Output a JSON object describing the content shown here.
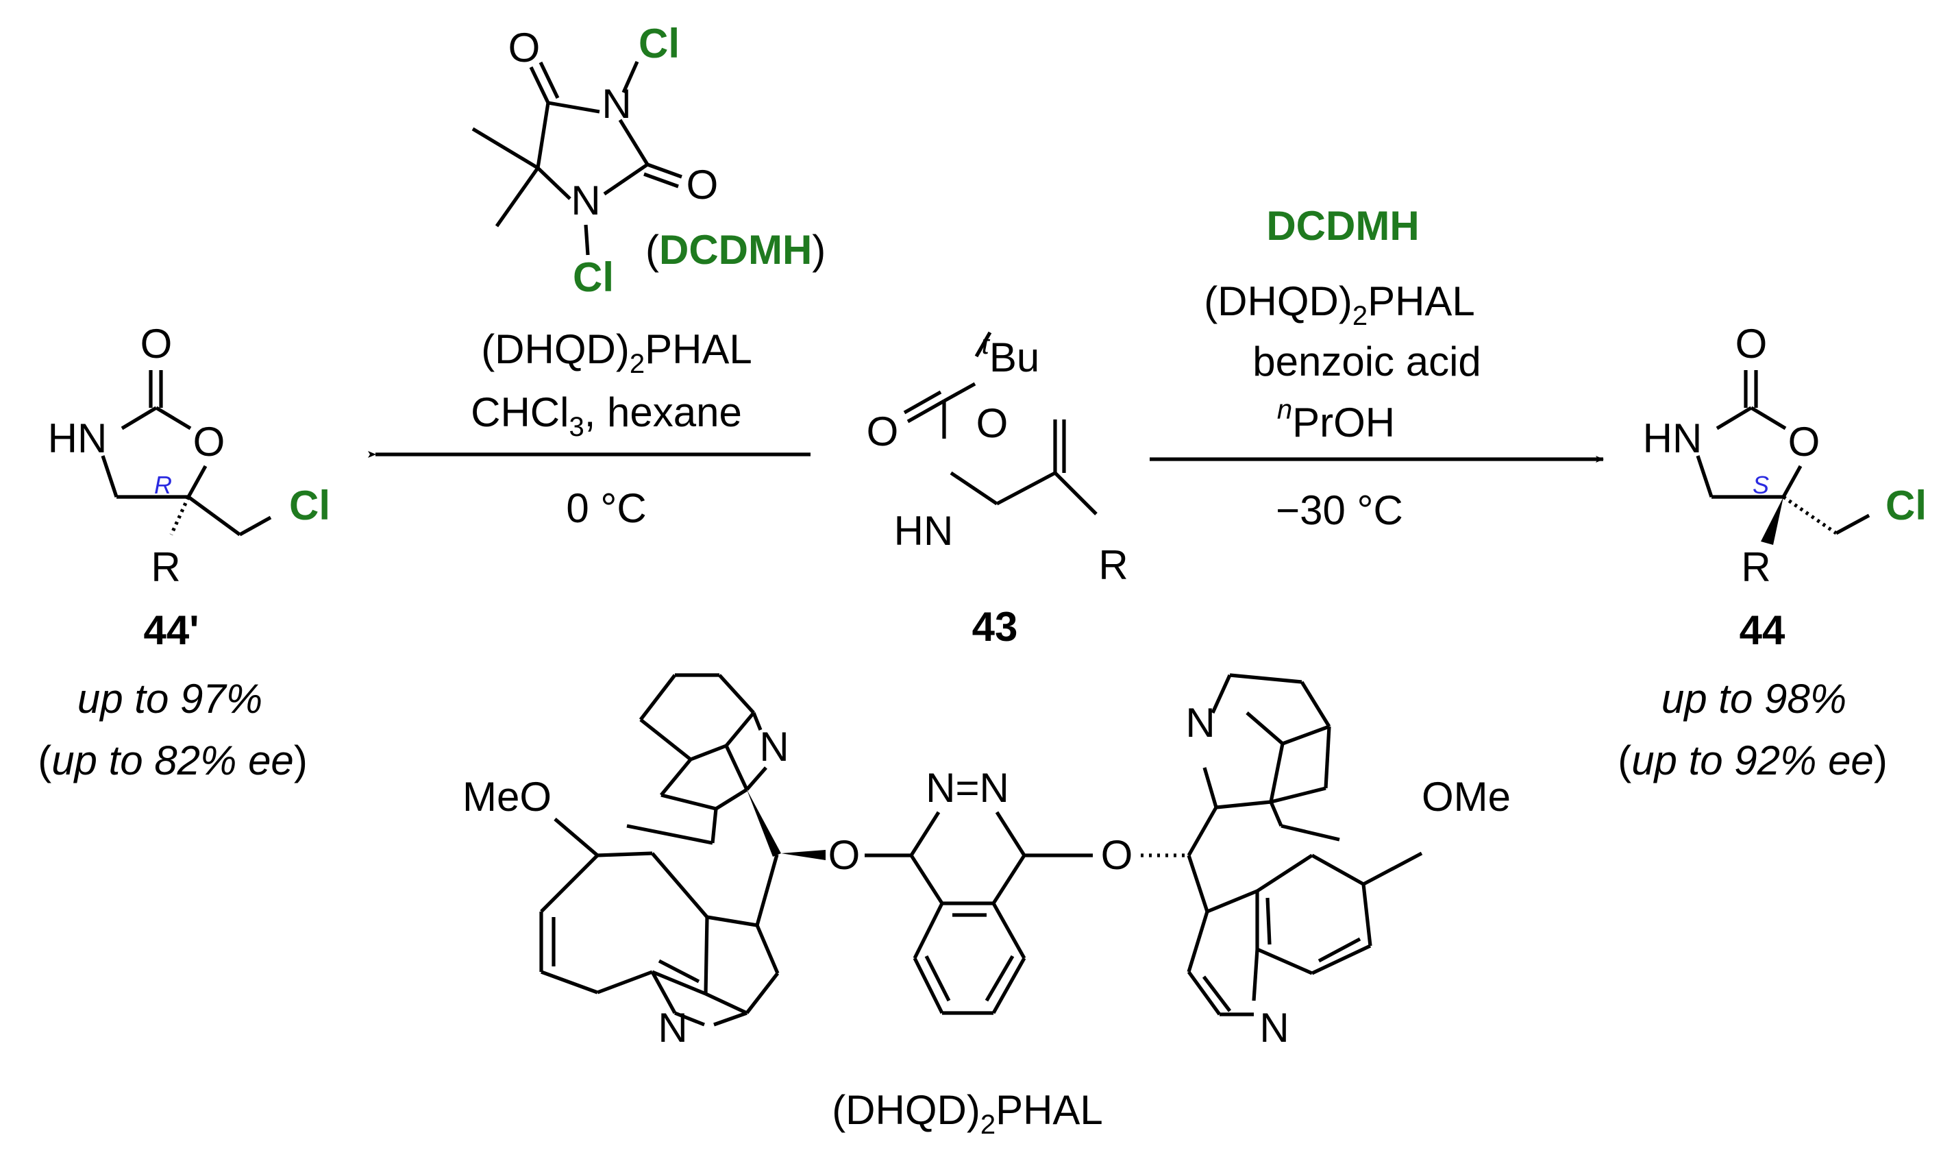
{
  "reagent": {
    "atoms": {
      "O": "O",
      "N": "N",
      "Cl": "Cl"
    },
    "name": "DCDMH",
    "paren_open": "(",
    "paren_close": ")"
  },
  "left_conditions": {
    "catalyst_pre": "(DHQD)",
    "catalyst_sub": "2",
    "catalyst_post": "PHAL",
    "solvent_pre": "CHCl",
    "solvent_sub": "3",
    "solvent_post": ", hexane",
    "temperature": "0 °C"
  },
  "right_conditions": {
    "reagent": "DCDMH",
    "catalyst_pre": "(DHQD)",
    "catalyst_sub": "2",
    "catalyst_post": "PHAL",
    "additive": "benzoic acid",
    "solvent_sup": "n",
    "solvent": "PrOH",
    "temperature": "−30 °C"
  },
  "substrate": {
    "tbu_sup": "t",
    "tbu": "Bu",
    "atoms": {
      "O": "O",
      "HN": "HN",
      "R": "R"
    },
    "number": "43"
  },
  "product_left": {
    "atoms": {
      "O": "O",
      "HN": "HN",
      "Cl": "Cl",
      "R": "R"
    },
    "stereo": "R",
    "number": "44'",
    "yield": "up to 97%",
    "ee_open": "(",
    "ee": "up to 82% ee",
    "ee_close": ")"
  },
  "product_right": {
    "atoms": {
      "O": "O",
      "HN": "HN",
      "Cl": "Cl",
      "R": "R"
    },
    "stereo": "S",
    "number": "44",
    "yield": "up to 98%",
    "ee_open": "(",
    "ee": "up to 92% ee",
    "ee_close": ")"
  },
  "catalyst": {
    "atoms": {
      "N": "N",
      "O": "O",
      "NN": "N=N",
      "MeO": "MeO",
      "OMe": "OMe"
    },
    "name_pre": "(DHQD)",
    "name_sub": "2",
    "name_post": "PHAL"
  },
  "colors": {
    "reagent": "#1f7a1f",
    "stereo": "#2a2ae0",
    "ink": "#000000"
  }
}
